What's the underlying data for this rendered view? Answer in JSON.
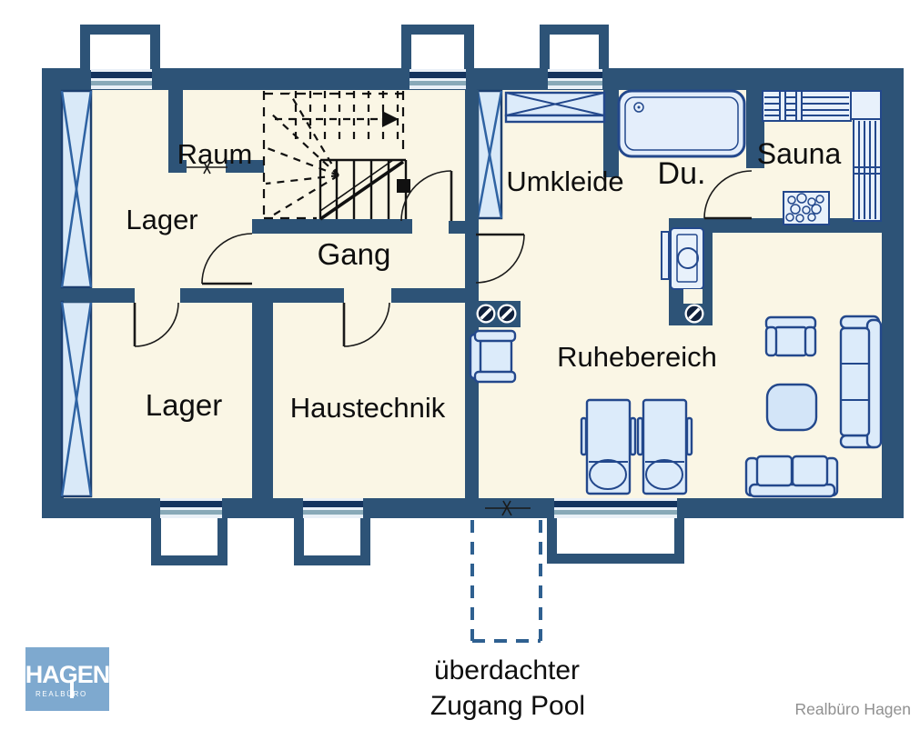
{
  "rooms": {
    "raum": "Raum",
    "lager_upper": "Lager",
    "gang": "Gang",
    "umkleide": "Umkleide",
    "dusche": "Du.",
    "sauna": "Sauna",
    "lager_lower": "Lager",
    "haustechnik": "Haustechnik",
    "ruhebereich": "Ruhebereich"
  },
  "captions": {
    "pool_access_line1": "überdachter",
    "pool_access_line2": "Zugang Pool"
  },
  "logo": {
    "title": "HAGEN",
    "subtitle": "REALBÜRO"
  },
  "watermark": {
    "text": "Realbüro Hagen"
  },
  "colors": {
    "wall": "#2d5377",
    "floor": "#faf6e5",
    "furn_fill": "#dcebfa",
    "furn_stroke": "#23488c",
    "window_fill": "#d9e9f8",
    "window_navy": "#14345e",
    "window_teal": "#88a9b8",
    "xline": "#2f63a3",
    "dash_blue": "#2f6090",
    "logo_bg": "#7ea9cf",
    "label": "#0e0e0e",
    "watermark": "#909090",
    "door": "#1a1a1a",
    "stair": "#111111"
  }
}
